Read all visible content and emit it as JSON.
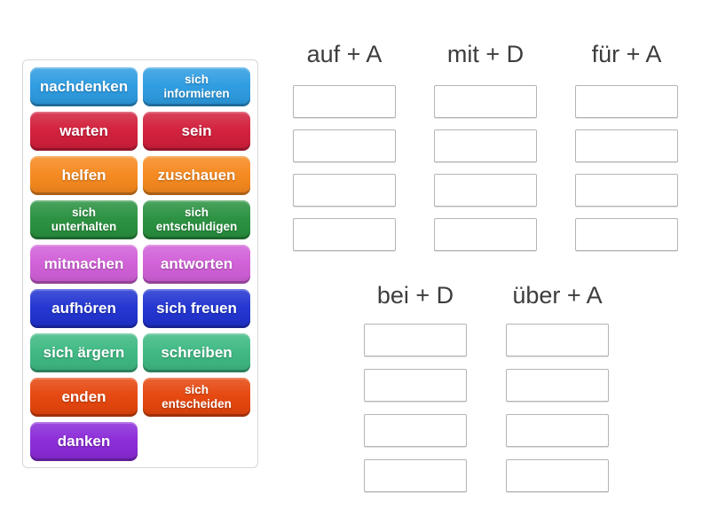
{
  "word_bank": {
    "tiles": [
      {
        "label": "nachdenken",
        "color": "#2d9ce1"
      },
      {
        "label": "sich\ninformieren",
        "color": "#2d9ce1"
      },
      {
        "label": "warten",
        "color": "#d21f3c"
      },
      {
        "label": "sein",
        "color": "#d21f3c"
      },
      {
        "label": "helfen",
        "color": "#f6891f"
      },
      {
        "label": "zuschauen",
        "color": "#f6891f"
      },
      {
        "label": "sich\nunterhalten",
        "color": "#29913f"
      },
      {
        "label": "sich\nentschuldigen",
        "color": "#29913f"
      },
      {
        "label": "mitmachen",
        "color": "#d160d8"
      },
      {
        "label": "antworten",
        "color": "#d160d8"
      },
      {
        "label": "aufhören",
        "color": "#2134d1"
      },
      {
        "label": "sich freuen",
        "color": "#2134d1"
      },
      {
        "label": "sich ärgern",
        "color": "#3eb983"
      },
      {
        "label": "schreiben",
        "color": "#3eb983"
      },
      {
        "label": "enden",
        "color": "#e6460d"
      },
      {
        "label": "sich\nentscheiden",
        "color": "#e6460d"
      },
      {
        "label": "danken",
        "color": "#8b2bd8"
      }
    ]
  },
  "groups": [
    {
      "label": "auf + A",
      "slots": 4
    },
    {
      "label": "mit + D",
      "slots": 4
    },
    {
      "label": "für + A",
      "slots": 4
    },
    {
      "label": "bei + D",
      "slots": 4
    },
    {
      "label": "über + A",
      "slots": 4
    }
  ],
  "colors": {
    "header_text": "#3d3d3d",
    "panel_border": "#d6d6d6",
    "slot_border": "#b5b5b5",
    "background": "#ffffff"
  }
}
